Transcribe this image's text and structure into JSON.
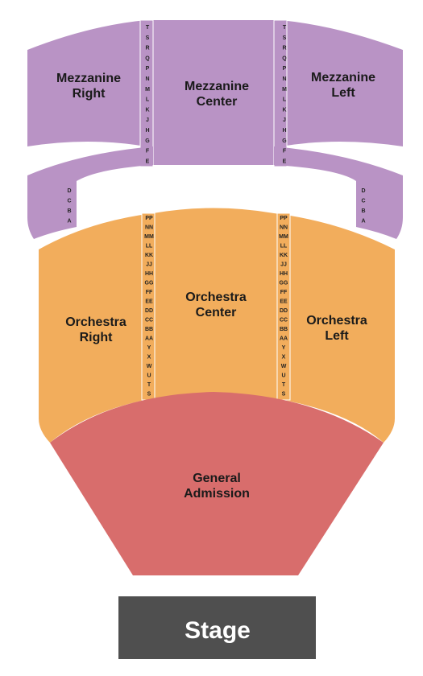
{
  "colors": {
    "mezzanine": "#b993c5",
    "orchestra": "#f2ad5c",
    "general_admission": "#d86d6c",
    "stage": "#4f4f4f",
    "section_text": "#1a1a1a",
    "stage_text": "#ffffff"
  },
  "sections": {
    "mezzanine_right": {
      "line1": "Mezzanine",
      "line2": "Right"
    },
    "mezzanine_center": {
      "line1": "Mezzanine",
      "line2": "Center"
    },
    "mezzanine_left": {
      "line1": "Mezzanine",
      "line2": "Left"
    },
    "orchestra_right": {
      "line1": "Orchestra",
      "line2": "Right"
    },
    "orchestra_center": {
      "line1": "Orchestra",
      "line2": "Center"
    },
    "orchestra_left": {
      "line1": "Orchestra",
      "line2": "Left"
    },
    "general_admission": {
      "line1": "General",
      "line2": "Admission"
    },
    "stage": {
      "label": "Stage"
    }
  },
  "rows": {
    "mezzanine_upper": [
      "T",
      "S",
      "R",
      "Q",
      "P",
      "N",
      "M",
      "L",
      "K",
      "J",
      "H",
      "G",
      "F",
      "E"
    ],
    "mezzanine_lower": [
      "D",
      "C",
      "B",
      "A"
    ],
    "orchestra": [
      "PP",
      "NN",
      "MM",
      "LL",
      "KK",
      "JJ",
      "HH",
      "GG",
      "FF",
      "EE",
      "DD",
      "CC",
      "BB",
      "AA",
      "Y",
      "X",
      "W",
      "U",
      "T",
      "S"
    ]
  }
}
